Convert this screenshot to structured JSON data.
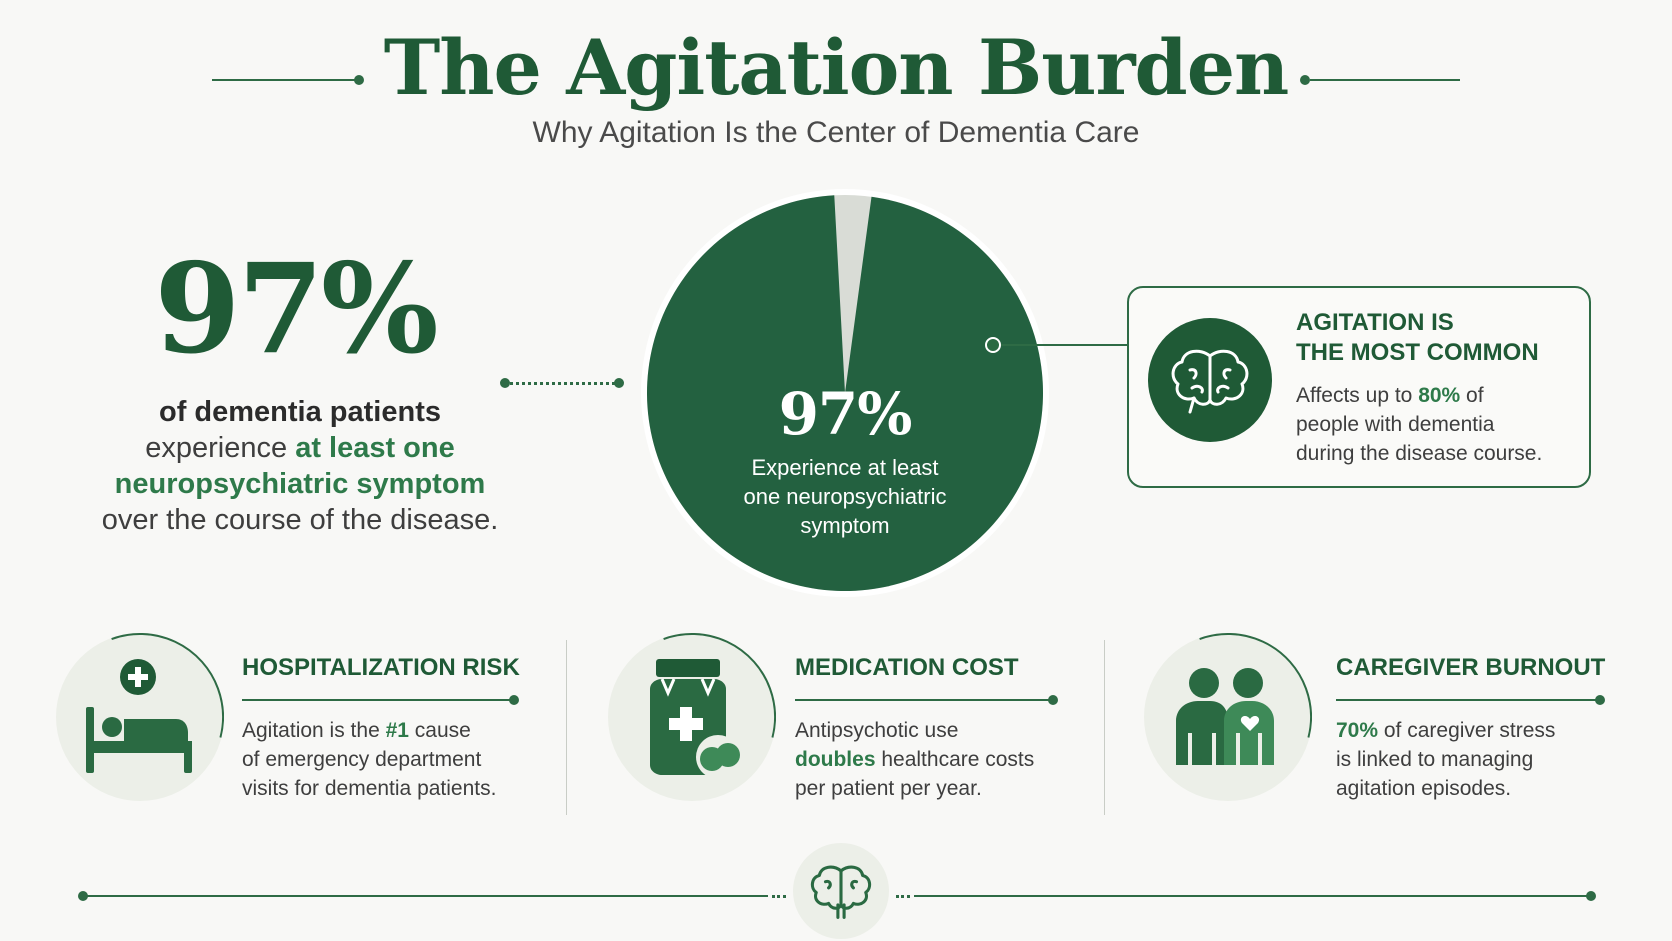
{
  "header": {
    "title": "The Agitation Burden",
    "subtitle": "Why Agitation Is the Center of Dementia Care"
  },
  "left_stat": {
    "value": "97%",
    "line1": "of dementia patients",
    "line2_pre": "experience ",
    "line2_accent": "at least one",
    "line3_accent": "neuropsychiatric symptom",
    "line4": "over the course of the disease."
  },
  "pie": {
    "value": "97%",
    "label_line1": "Experience at least",
    "label_line2": "one neuropsychiatric",
    "label_line3": "symptom",
    "percent": 97,
    "fill_color": "#236140",
    "remainder_color": "#d9dcd6"
  },
  "callout": {
    "title_line1": "AGITATION IS",
    "title_line2": "THE MOST COMMON",
    "text_pre": "Affects up to ",
    "text_accent": "80%",
    "text_post1": " of",
    "text_line2": "people with dementia",
    "text_line3": "during the disease course.",
    "icon": "brain-icon"
  },
  "cards": [
    {
      "icon": "hospital-bed-icon",
      "title": "HOSPITALIZATION RISK",
      "line1_pre": "Agitation is the ",
      "line1_accent": "#1",
      "line1_post": " cause",
      "line2": "of emergency department",
      "line3": "visits for dementia patients."
    },
    {
      "icon": "medication-bottle-icon",
      "title": "MEDICATION COST",
      "line1": "Antipsychotic use",
      "line2_accent": "doubles",
      "line2_post": " healthcare costs",
      "line3": "per patient per year."
    },
    {
      "icon": "caregiver-icon",
      "title": "CAREGIVER BURNOUT",
      "line1_accent": "70%",
      "line1_post": " of caregiver stress",
      "line2": "is linked to managing",
      "line3": "agitation episodes."
    }
  ],
  "colors": {
    "primary": "#1f5a36",
    "accent": "#2e7a4a",
    "background": "#f8f8f6"
  },
  "footer": {
    "icon": "brain-icon"
  }
}
